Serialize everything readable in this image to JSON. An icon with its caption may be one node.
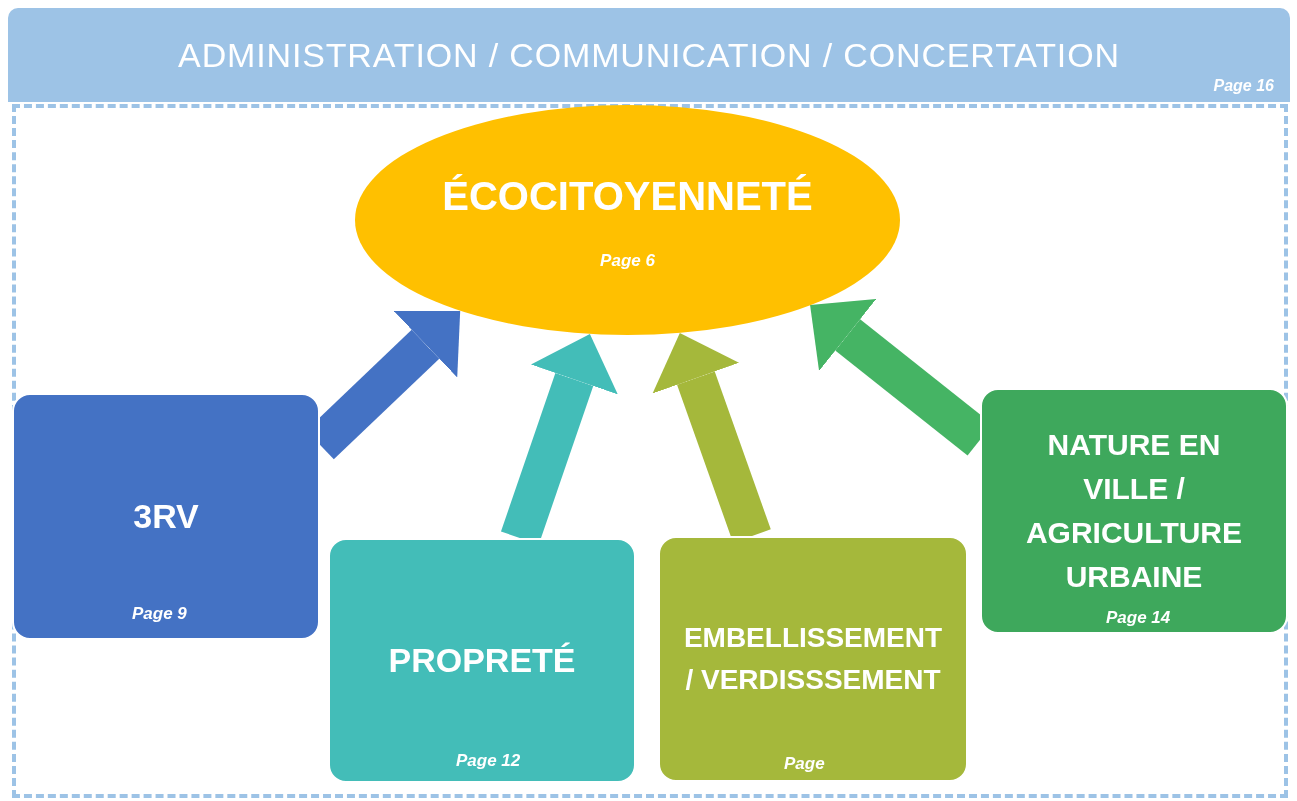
{
  "diagram": {
    "nodes": [
      {
        "text": [
          "ADMINISTRATION / COMMUNICATION / CONCERTATION",
          "Page 16"
        ]
      },
      {
        "text": [
          "ÉCOCITOYENNETÉ",
          "Page 6"
        ]
      },
      {
        "text": [
          "3RV",
          "Page 9"
        ]
      },
      {
        "text": [
          "PROPRETÉ",
          "Page 12"
        ]
      },
      {
        "text": [
          "EMBELLISSEMENT / VERDISSSEMENT",
          "Page"
        ]
      },
      {
        "text": [
          "NATURE EN VILLE / AGRICULTURE URBAINE",
          "Page 14"
        ]
      }
    ],
    "edges": [
      {
        "from": 2,
        "to": 1,
        "arrow": "to",
        "color": "#4472c4"
      },
      {
        "from": 3,
        "to": 1,
        "arrow": "to",
        "color": "#43bdb8"
      },
      {
        "from": 4,
        "to": 1,
        "arrow": "to",
        "color": "#a5b83b"
      },
      {
        "from": 5,
        "to": 1,
        "arrow": "to",
        "color": "#45b464"
      }
    ]
  }
}
